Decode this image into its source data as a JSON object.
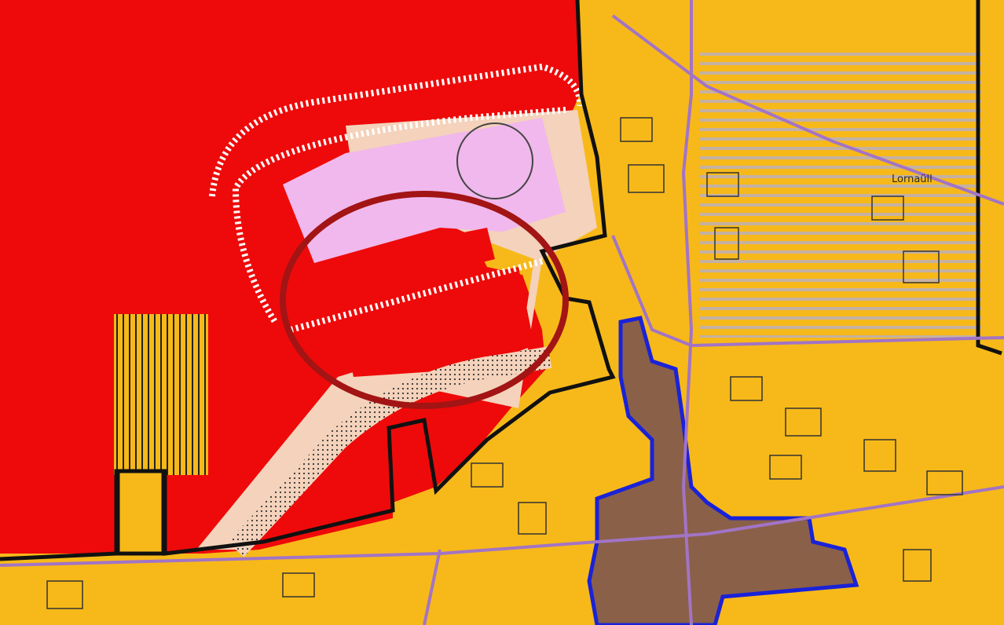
{
  "map": {
    "place_label": "Lornaüll",
    "colors": {
      "industrial_zone": "#ee0a0a",
      "residential_zone": "#f7b919",
      "village_core": "#8a6048",
      "village_core_outline": "#1a22d8",
      "special_use": "#f0b8ec",
      "green_area": "#f4d2bb",
      "boundary": "#111111",
      "roads": "#a274c6",
      "highlight_circle": "#a31414"
    },
    "features": [
      "industrial-zone",
      "residential-zone",
      "village-core-zone",
      "special-use-zone",
      "dotted-buffer-strip",
      "highlight-circle"
    ]
  }
}
